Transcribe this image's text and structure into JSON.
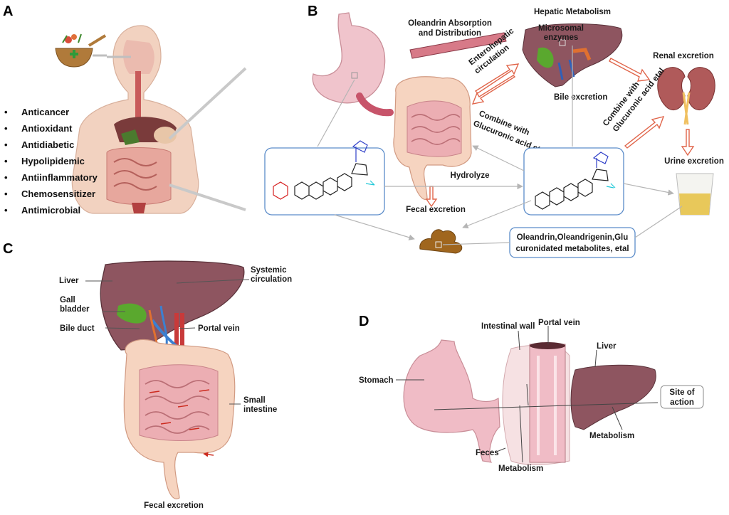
{
  "panels": {
    "a": "A",
    "b": "B",
    "c": "C",
    "d": "D"
  },
  "panel_a": {
    "activities": [
      "Anticancer",
      "Antioxidant",
      "Antidiabetic",
      "Hypolipidemic",
      "Antiinflammatory",
      "Chemosensitizer",
      "Antimicrobial"
    ]
  },
  "panel_b": {
    "absorption": [
      "Oleandrin Absorption",
      "and Distribution"
    ],
    "hepatic": "Hepatic Metabolism",
    "microsomal": [
      "Microsomal",
      "enzymes"
    ],
    "renal": "Renal excretion",
    "enterohepatic": [
      "Enterohepatic",
      "circulation"
    ],
    "bile": "Bile excretion",
    "combine_left": [
      "Combine with",
      "Glucuronic acid etal"
    ],
    "combine_right": [
      "Combine with",
      "Glucuronic acid etal"
    ],
    "urine": "Urine excretion",
    "hydrolyze": "Hydrolyze",
    "fecal": "Fecal excretion",
    "metabolites": [
      "Oleandrin,Oleandrigenin,Glu",
      "curonidated metabolites, etal"
    ]
  },
  "panel_c": {
    "liver": "Liver",
    "systemic": [
      "Systemic",
      "circulation"
    ],
    "gall": [
      "Gall",
      "bladder"
    ],
    "bile_duct": "Bile duct",
    "portal_vein": "Portal vein",
    "small_intestine": [
      "Small",
      "intestine"
    ],
    "fecal": "Fecal excretion"
  },
  "panel_d": {
    "intestinal_wall": "Intestinal wall",
    "portal_vein": "Portal vein",
    "liver": "Liver",
    "stomach": "Stomach",
    "site": [
      "Site of",
      "action"
    ],
    "metabolism_liver": "Metabolism",
    "feces": "Feces",
    "metabolism_wall": "Metabolism"
  },
  "colors": {
    "organ_pink": "#f2c4cc",
    "liver": "#8e5560",
    "arrow": "#e0654a",
    "box_border": "#5b8cc9"
  }
}
